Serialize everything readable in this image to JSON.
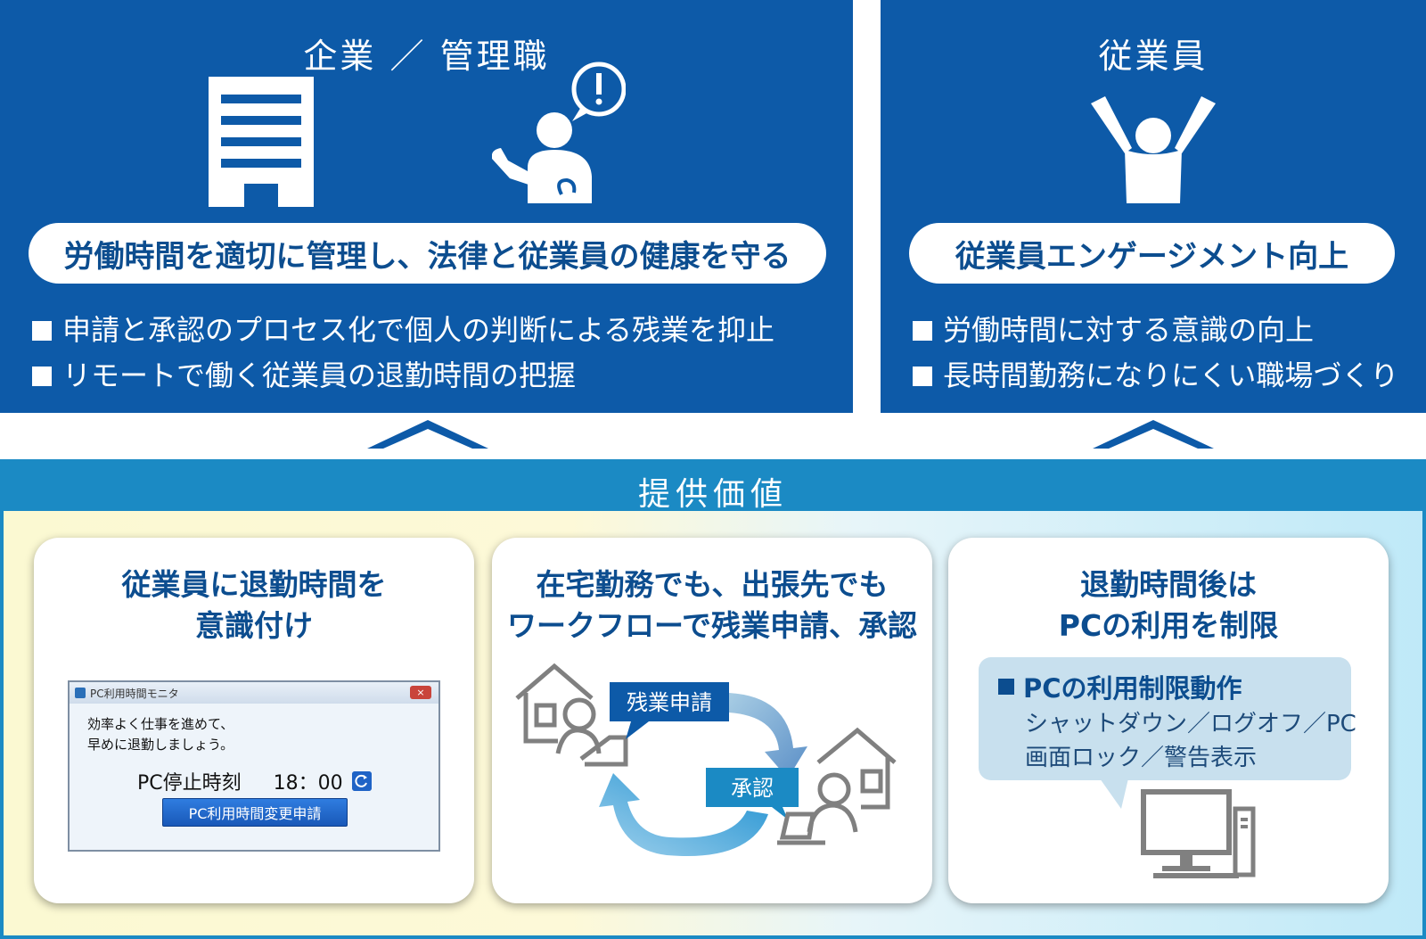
{
  "colors": {
    "primary": "#0d5aa8",
    "accent": "#1b8ac4",
    "text_dark": "#0c4d8f",
    "icon_gray": "#808080"
  },
  "left_panel": {
    "title": "企業 ／ 管理職",
    "icons": [
      "office-building-icon",
      "manager-alert-icon"
    ],
    "pill": "労働時間を適切に管理し、法律と従業員の健康を守る",
    "bullets": [
      "申請と承認のプロセス化で個人の判断による残業を抑止",
      "リモートで働く従業員の退勤時間の把握"
    ]
  },
  "right_panel": {
    "title": "従業員",
    "icons": [
      "cheering-person-icon"
    ],
    "pill": "従業員エンゲージメント向上",
    "bullets": [
      "労働時間に対する意識の向上",
      "長時間勤務になりにくい職場づくり"
    ]
  },
  "value_section": {
    "title": "提供価値",
    "cards": [
      {
        "title_line1": "従業員に退勤時間を",
        "title_line2": "意識付け",
        "app": {
          "window_title": "PC利用時間モニタ",
          "close_label": "×",
          "message_line1": "効率よく仕事を進めて、",
          "message_line2": "早めに退勤しましょう。",
          "stop_label": "PC停止時刻",
          "stop_time": "18：00",
          "change_button": "PC利用時間変更申請"
        }
      },
      {
        "title_line1": "在宅勤務でも、出張先でも",
        "title_line2": "ワークフローで残業申請、承認",
        "request_label": "残業申請",
        "approve_label": "承認"
      },
      {
        "title_line1": "退勤時間後は",
        "title_line2": "PCの利用を制限",
        "callout_heading": "PCの利用制限動作",
        "callout_line1": "シャットダウン／ログオフ／PC",
        "callout_line2": "画面ロック／警告表示"
      }
    ]
  }
}
